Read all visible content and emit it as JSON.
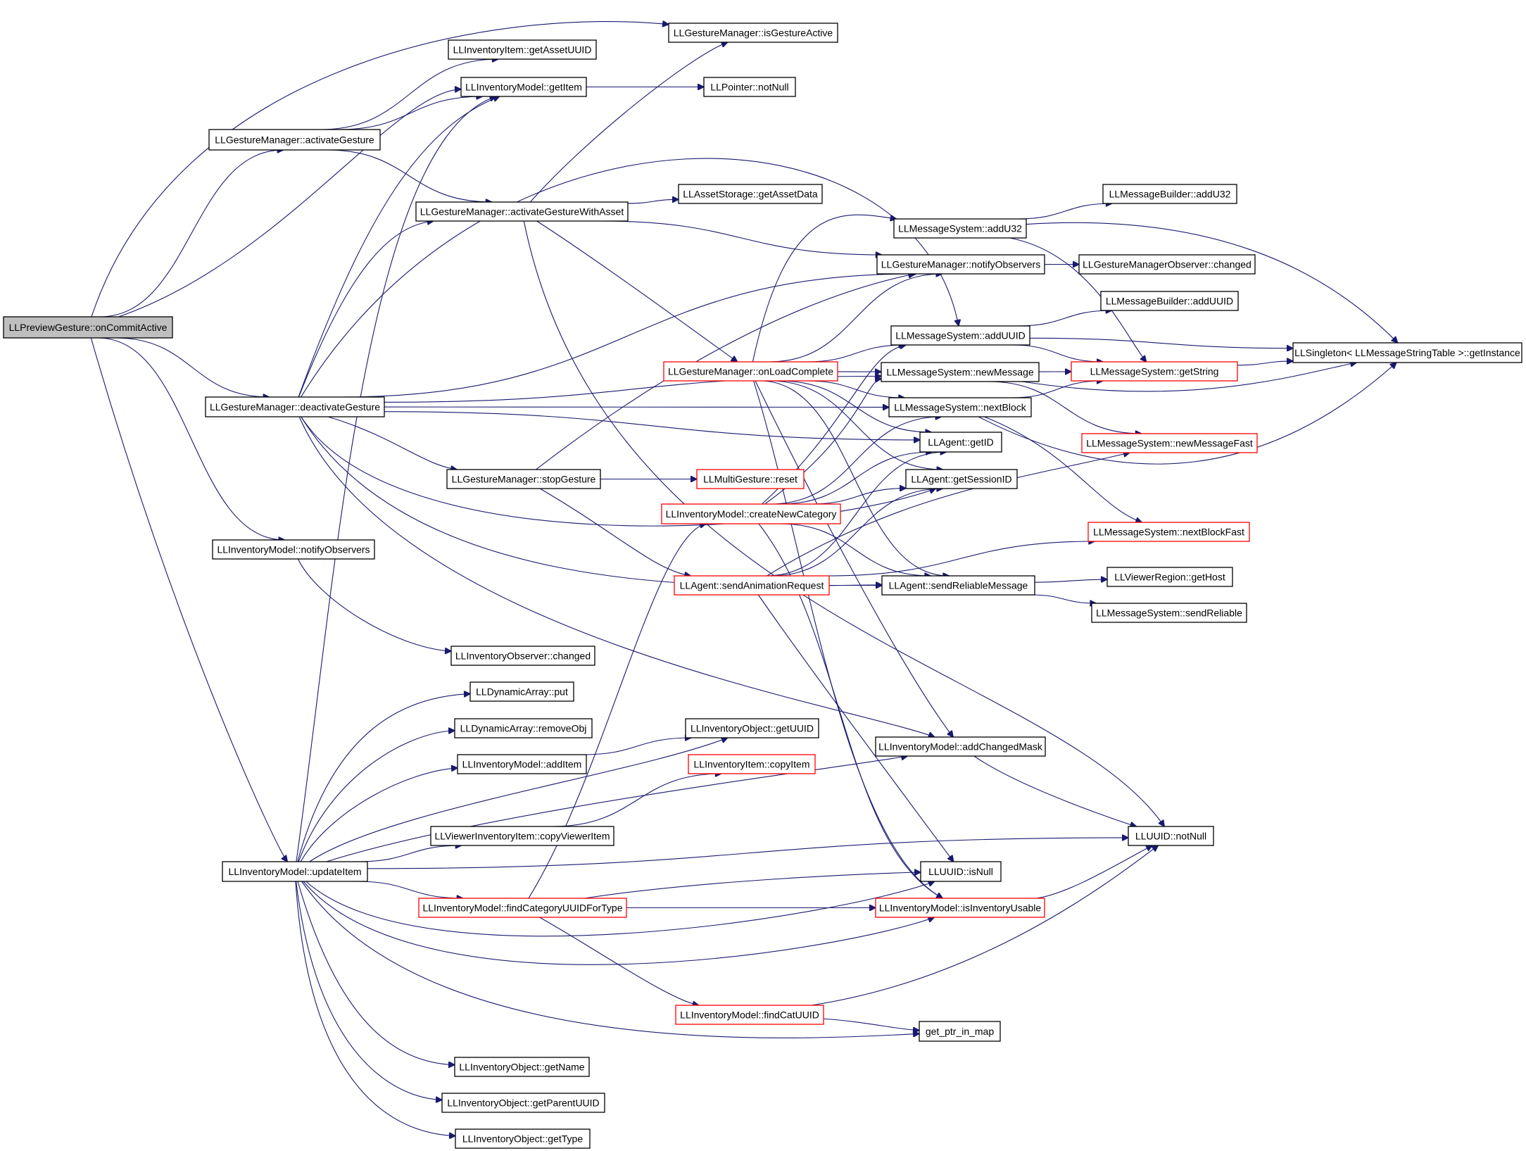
{
  "graph": {
    "colors": {
      "edge": "#191970",
      "root_fill": "#bfbfbf",
      "normal_border": "#000000",
      "truncated_border": "#ff0000"
    },
    "root": "LLPreviewGesture::onCommitActive",
    "nodes": [
      {
        "id": "onCommitActive",
        "label": "LLPreviewGesture::onCommitActive",
        "style": "root"
      },
      {
        "id": "isGestureActive",
        "label": "LLGestureManager::isGestureActive",
        "style": "normal"
      },
      {
        "id": "invItemGetAssetUUID",
        "label": "LLInventoryItem::getAssetUUID",
        "style": "normal"
      },
      {
        "id": "invModelGetItem",
        "label": "LLInventoryModel::getItem",
        "style": "normal"
      },
      {
        "id": "pointerNotNull",
        "label": "LLPointer::notNull",
        "style": "normal"
      },
      {
        "id": "activateGesture",
        "label": "LLGestureManager::activateGesture",
        "style": "normal"
      },
      {
        "id": "activateGestureWithAsset",
        "label": "LLGestureManager::activateGestureWithAsset",
        "style": "normal"
      },
      {
        "id": "assetStorageGetAssetData",
        "label": "LLAssetStorage::getAssetData",
        "style": "normal"
      },
      {
        "id": "msgBuilderAddU32",
        "label": "LLMessageBuilder::addU32",
        "style": "normal"
      },
      {
        "id": "msgSysAddU32",
        "label": "LLMessageSystem::addU32",
        "style": "normal"
      },
      {
        "id": "gmNotifyObservers",
        "label": "LLGestureManager::notifyObservers",
        "style": "normal"
      },
      {
        "id": "gmObserverChanged",
        "label": "LLGestureManagerObserver::changed",
        "style": "normal"
      },
      {
        "id": "msgBuilderAddUUID",
        "label": "LLMessageBuilder::addUUID",
        "style": "normal"
      },
      {
        "id": "msgSysAddUUID",
        "label": "LLMessageSystem::addUUID",
        "style": "normal"
      },
      {
        "id": "singletonGetInstance",
        "label": "LLSingleton< LLMessageStringTable >::getInstance",
        "style": "normal"
      },
      {
        "id": "onLoadComplete",
        "label": "LLGestureManager::onLoadComplete",
        "style": "truncated"
      },
      {
        "id": "msgSysNewMessage",
        "label": "LLMessageSystem::newMessage",
        "style": "normal"
      },
      {
        "id": "msgSysGetString",
        "label": "LLMessageSystem::getString",
        "style": "truncated"
      },
      {
        "id": "deactivateGesture",
        "label": "LLGestureManager::deactivateGesture",
        "style": "normal"
      },
      {
        "id": "msgSysNextBlock",
        "label": "LLMessageSystem::nextBlock",
        "style": "normal"
      },
      {
        "id": "agentGetID",
        "label": "LLAgent::getID",
        "style": "normal"
      },
      {
        "id": "msgSysNewMessageFast",
        "label": "LLMessageSystem::newMessageFast",
        "style": "truncated"
      },
      {
        "id": "stopGesture",
        "label": "LLGestureManager::stopGesture",
        "style": "normal"
      },
      {
        "id": "multiGestureReset",
        "label": "LLMultiGesture::reset",
        "style": "truncated"
      },
      {
        "id": "agentGetSessionID",
        "label": "LLAgent::getSessionID",
        "style": "normal"
      },
      {
        "id": "createNewCategory",
        "label": "LLInventoryModel::createNewCategory",
        "style": "truncated"
      },
      {
        "id": "msgSysNextBlockFast",
        "label": "LLMessageSystem::nextBlockFast",
        "style": "truncated"
      },
      {
        "id": "invModelNotifyObservers",
        "label": "LLInventoryModel::notifyObservers",
        "style": "normal"
      },
      {
        "id": "sendAnimationRequest",
        "label": "LLAgent::sendAnimationRequest",
        "style": "truncated"
      },
      {
        "id": "sendReliableMessage",
        "label": "LLAgent::sendReliableMessage",
        "style": "normal"
      },
      {
        "id": "viewerRegionGetHost",
        "label": "LLViewerRegion::getHost",
        "style": "normal"
      },
      {
        "id": "msgSysSendReliable",
        "label": "LLMessageSystem::sendReliable",
        "style": "normal"
      },
      {
        "id": "invObserverChanged",
        "label": "LLInventoryObserver::changed",
        "style": "normal"
      },
      {
        "id": "dynArrayPut",
        "label": "LLDynamicArray::put",
        "style": "normal"
      },
      {
        "id": "dynArrayRemoveObj",
        "label": "LLDynamicArray::removeObj",
        "style": "normal"
      },
      {
        "id": "invObjGetUUID",
        "label": "LLInventoryObject::getUUID",
        "style": "normal"
      },
      {
        "id": "addChangedMask",
        "label": "LLInventoryModel::addChangedMask",
        "style": "normal"
      },
      {
        "id": "invModelAddItem",
        "label": "LLInventoryModel::addItem",
        "style": "normal"
      },
      {
        "id": "invItemCopyItem",
        "label": "LLInventoryItem::copyItem",
        "style": "truncated"
      },
      {
        "id": "viewerInvItemCopy",
        "label": "LLViewerInventoryItem::copyViewerItem",
        "style": "normal"
      },
      {
        "id": "uuidNotNull",
        "label": "LLUUID::notNull",
        "style": "normal"
      },
      {
        "id": "updateItem",
        "label": "LLInventoryModel::updateItem",
        "style": "normal"
      },
      {
        "id": "uuidIsNull",
        "label": "LLUUID::isNull",
        "style": "normal"
      },
      {
        "id": "findCategoryUUIDForType",
        "label": "LLInventoryModel::findCategoryUUIDForType",
        "style": "truncated"
      },
      {
        "id": "isInventoryUsable",
        "label": "LLInventoryModel::isInventoryUsable",
        "style": "truncated"
      },
      {
        "id": "findCatUUID",
        "label": "LLInventoryModel::findCatUUID",
        "style": "truncated"
      },
      {
        "id": "getPtrInMap",
        "label": "get_ptr_in_map",
        "style": "normal"
      },
      {
        "id": "invObjGetName",
        "label": "LLInventoryObject::getName",
        "style": "normal"
      },
      {
        "id": "invObjGetParentUUID",
        "label": "LLInventoryObject::getParentUUID",
        "style": "normal"
      },
      {
        "id": "invObjGetType",
        "label": "LLInventoryObject::getType",
        "style": "normal"
      }
    ],
    "edges": [
      [
        "onCommitActive",
        "isGestureActive"
      ],
      [
        "onCommitActive",
        "activateGesture"
      ],
      [
        "onCommitActive",
        "invModelGetItem"
      ],
      [
        "onCommitActive",
        "deactivateGesture"
      ],
      [
        "onCommitActive",
        "invModelNotifyObservers"
      ],
      [
        "onCommitActive",
        "updateItem"
      ],
      [
        "activateGesture",
        "invItemGetAssetUUID"
      ],
      [
        "activateGesture",
        "invModelGetItem"
      ],
      [
        "activateGesture",
        "activateGestureWithAsset"
      ],
      [
        "invModelGetItem",
        "pointerNotNull"
      ],
      [
        "activateGestureWithAsset",
        "isGestureActive"
      ],
      [
        "activateGestureWithAsset",
        "assetStorageGetAssetData"
      ],
      [
        "activateGestureWithAsset",
        "gmNotifyObservers"
      ],
      [
        "activateGestureWithAsset",
        "onLoadComplete"
      ],
      [
        "activateGestureWithAsset",
        "uuidNotNull"
      ],
      [
        "deactivateGesture",
        "invModelGetItem"
      ],
      [
        "deactivateGesture",
        "activateGestureWithAsset"
      ],
      [
        "deactivateGesture",
        "msgSysAddUUID"
      ],
      [
        "deactivateGesture",
        "gmNotifyObservers"
      ],
      [
        "deactivateGesture",
        "msgSysNewMessage"
      ],
      [
        "deactivateGesture",
        "msgSysNextBlock"
      ],
      [
        "deactivateGesture",
        "agentGetID"
      ],
      [
        "deactivateGesture",
        "stopGesture"
      ],
      [
        "deactivateGesture",
        "agentGetSessionID"
      ],
      [
        "deactivateGesture",
        "sendReliableMessage"
      ],
      [
        "deactivateGesture",
        "addChangedMask"
      ],
      [
        "stopGesture",
        "multiGestureReset"
      ],
      [
        "stopGesture",
        "sendAnimationRequest"
      ],
      [
        "stopGesture",
        "gmNotifyObservers"
      ],
      [
        "msgSysAddU32",
        "msgBuilderAddU32"
      ],
      [
        "msgSysAddU32",
        "singletonGetInstance"
      ],
      [
        "msgSysAddU32",
        "msgSysGetString"
      ],
      [
        "gmNotifyObservers",
        "gmObserverChanged"
      ],
      [
        "msgSysAddUUID",
        "msgBuilderAddUUID"
      ],
      [
        "msgSysAddUUID",
        "singletonGetInstance"
      ],
      [
        "msgSysAddUUID",
        "msgSysGetString"
      ],
      [
        "onLoadComplete",
        "msgSysAddU32"
      ],
      [
        "onLoadComplete",
        "gmNotifyObservers"
      ],
      [
        "onLoadComplete",
        "msgSysAddUUID"
      ],
      [
        "onLoadComplete",
        "msgSysNewMessage"
      ],
      [
        "onLoadComplete",
        "msgSysNextBlock"
      ],
      [
        "onLoadComplete",
        "agentGetID"
      ],
      [
        "onLoadComplete",
        "agentGetSessionID"
      ],
      [
        "onLoadComplete",
        "sendReliableMessage"
      ],
      [
        "onLoadComplete",
        "addChangedMask"
      ],
      [
        "onLoadComplete",
        "isInventoryUsable"
      ],
      [
        "msgSysNewMessage",
        "msgSysGetString"
      ],
      [
        "msgSysNewMessage",
        "msgSysNewMessageFast"
      ],
      [
        "msgSysNewMessage",
        "singletonGetInstance"
      ],
      [
        "msgSysGetString",
        "singletonGetInstance"
      ],
      [
        "msgSysNextBlock",
        "msgSysGetString"
      ],
      [
        "msgSysNextBlock",
        "msgSysNextBlockFast"
      ],
      [
        "msgSysNextBlock",
        "singletonGetInstance"
      ],
      [
        "createNewCategory",
        "msgSysAddUUID"
      ],
      [
        "createNewCategory",
        "msgSysNewMessage"
      ],
      [
        "createNewCategory",
        "msgSysNextBlock"
      ],
      [
        "createNewCategory",
        "agentGetID"
      ],
      [
        "createNewCategory",
        "agentGetSessionID"
      ],
      [
        "createNewCategory",
        "sendReliableMessage"
      ],
      [
        "createNewCategory",
        "isInventoryUsable"
      ],
      [
        "sendAnimationRequest",
        "agentGetID"
      ],
      [
        "sendAnimationRequest",
        "agentGetSessionID"
      ],
      [
        "sendAnimationRequest",
        "msgSysNewMessageFast"
      ],
      [
        "sendAnimationRequest",
        "msgSysNextBlockFast"
      ],
      [
        "sendAnimationRequest",
        "sendReliableMessage"
      ],
      [
        "sendAnimationRequest",
        "uuidIsNull"
      ],
      [
        "sendReliableMessage",
        "viewerRegionGetHost"
      ],
      [
        "sendReliableMessage",
        "msgSysSendReliable"
      ],
      [
        "invModelNotifyObservers",
        "invObserverChanged"
      ],
      [
        "addChangedMask",
        "uuidNotNull"
      ],
      [
        "invModelAddItem",
        "invObjGetUUID"
      ],
      [
        "viewerInvItemCopy",
        "invItemCopyItem"
      ],
      [
        "updateItem",
        "invModelGetItem"
      ],
      [
        "updateItem",
        "dynArrayPut"
      ],
      [
        "updateItem",
        "dynArrayRemoveObj"
      ],
      [
        "updateItem",
        "invObjGetUUID"
      ],
      [
        "updateItem",
        "invModelAddItem"
      ],
      [
        "updateItem",
        "addChangedMask"
      ],
      [
        "updateItem",
        "viewerInvItemCopy"
      ],
      [
        "updateItem",
        "uuidNotNull"
      ],
      [
        "updateItem",
        "uuidIsNull"
      ],
      [
        "updateItem",
        "findCategoryUUIDForType"
      ],
      [
        "updateItem",
        "isInventoryUsable"
      ],
      [
        "updateItem",
        "getPtrInMap"
      ],
      [
        "updateItem",
        "invObjGetName"
      ],
      [
        "updateItem",
        "invObjGetParentUUID"
      ],
      [
        "updateItem",
        "invObjGetType"
      ],
      [
        "findCategoryUUIDForType",
        "createNewCategory"
      ],
      [
        "findCategoryUUIDForType",
        "uuidIsNull"
      ],
      [
        "findCategoryUUIDForType",
        "isInventoryUsable"
      ],
      [
        "findCategoryUUIDForType",
        "findCatUUID"
      ],
      [
        "isInventoryUsable",
        "uuidNotNull"
      ],
      [
        "findCatUUID",
        "getPtrInMap"
      ],
      [
        "findCatUUID",
        "uuidNotNull"
      ]
    ]
  }
}
